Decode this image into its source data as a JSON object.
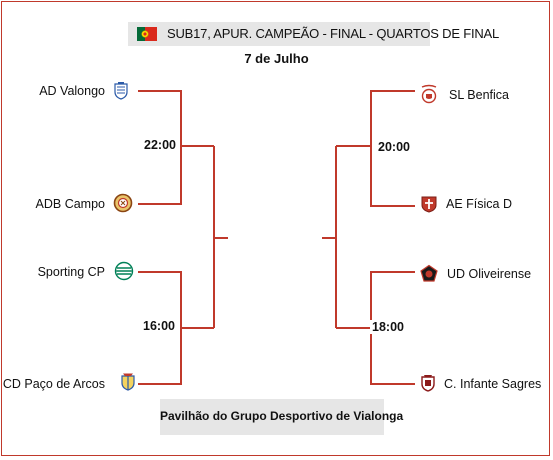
{
  "header": {
    "title": "SUB17, APUR. CAMPEÃO - FINAL - QUARTOS DE FINAL",
    "date": "7 de Julho",
    "flag_icon": "portugal-flag-icon"
  },
  "colors": {
    "bracket": "#c0392b",
    "title_bg": "#e6e6e6",
    "frame": "#c0392b"
  },
  "matches": [
    {
      "time": "22:00",
      "home": "AD Valongo",
      "away": "ADB Campo",
      "home_icon": "valongo-crest-icon",
      "away_icon": "adb-campo-crest-icon"
    },
    {
      "time": "16:00",
      "home": "Sporting CP",
      "away": "CD Paço de Arcos",
      "home_icon": "sporting-crest-icon",
      "away_icon": "paco-de-arcos-crest-icon"
    },
    {
      "time": "20:00",
      "home": "SL Benfica",
      "away": "AE Física D",
      "home_icon": "benfica-crest-icon",
      "away_icon": "ae-fisica-crest-icon"
    },
    {
      "time": "18:00",
      "home": "UD Oliveirense",
      "away": "C. Infante Sagres",
      "home_icon": "oliveirense-crest-icon",
      "away_icon": "infante-sagres-crest-icon"
    }
  ],
  "venue": "Pavilhão do Grupo Desportivo de Vialonga"
}
